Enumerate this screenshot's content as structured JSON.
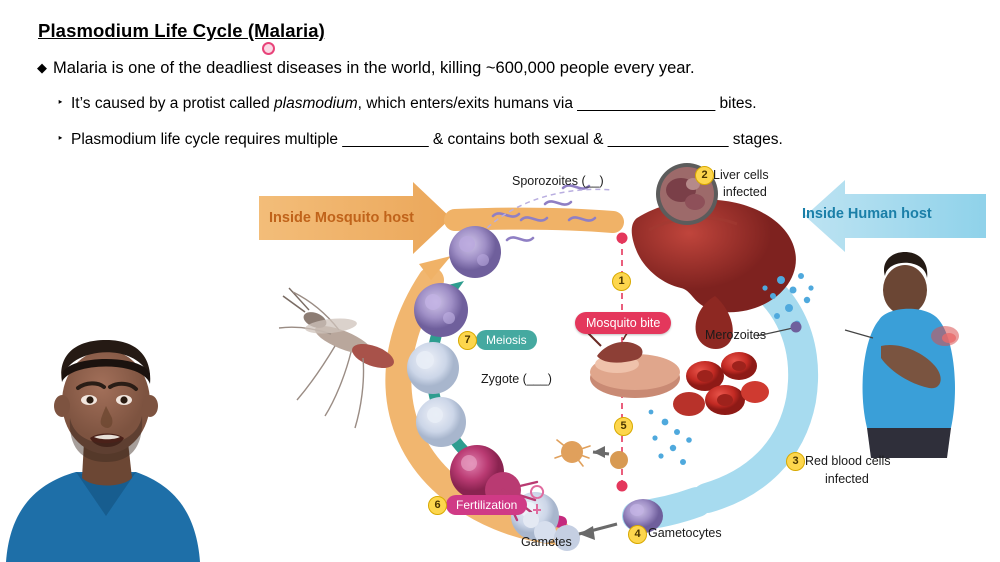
{
  "slide": {
    "title": "Plasmodium Life Cycle (Malaria)",
    "bullets": [
      {
        "marker": "♦",
        "text": "Malaria is one of the deadliest diseases in the world, killing ~600,000 people every year."
      },
      {
        "marker": "‣",
        "text_before": "It’s caused by a protist called ",
        "italic": "plasmodium",
        "text_mid": ", which enters/exits humans via ",
        "blank": "________________",
        "text_after": " bites."
      },
      {
        "marker": "‣",
        "text_before": "Plasmodium life cycle requires multiple ",
        "blank1": "__________",
        "text_mid": " & contains both sexual & ",
        "blank2": "______________",
        "text_after": " stages."
      }
    ]
  },
  "diagram": {
    "banners": {
      "mosquito": "Inside Mosquito host",
      "human": "Inside Human host"
    },
    "labels": {
      "sporozoites": "Sporozoites (__)",
      "liver_cells": "Liver cells",
      "liver_cells_2": "infected",
      "mosquito_bite": "Mosquito bite",
      "merozoites": "Merozoites",
      "meiosis": "Meiosis",
      "zygote": "Zygote (___)",
      "rbc_1": "Red blood cells",
      "rbc_2": "infected",
      "fertilization": "Fertilization",
      "gametes": "Gametes",
      "gametocytes": "Gametocytes"
    },
    "steps": {
      "s1": "1",
      "s2": "2",
      "s3": "3",
      "s4": "4",
      "s5": "5",
      "s6": "6",
      "s7": "7"
    },
    "colors": {
      "mosquito_arrow": "#f0b267",
      "human_arrow": "#a7dbef",
      "step_circle": "#fdd64d",
      "meiosis_pill": "#45a9a0",
      "fertilization_pill": "#d03a86",
      "bite_pill": "#e4375c",
      "accent_pink_dot": "#e8447a"
    }
  }
}
